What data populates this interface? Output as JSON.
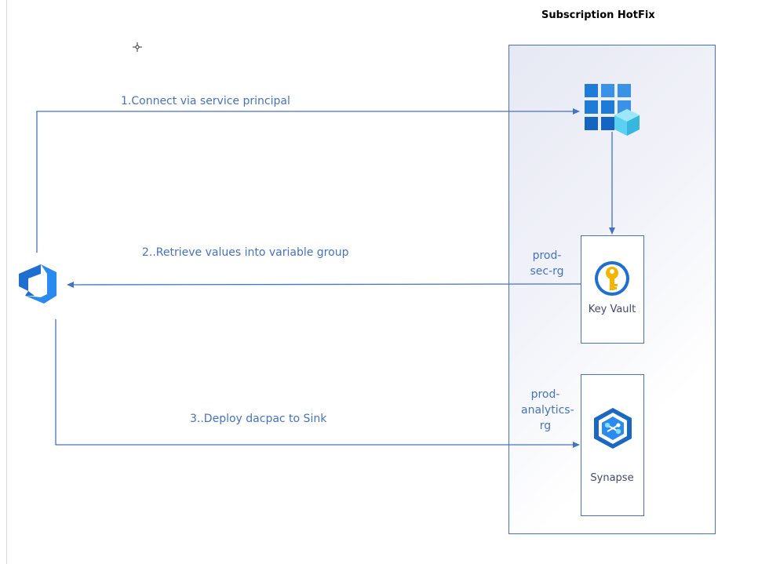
{
  "subscription": {
    "title": "Subscription HotFix"
  },
  "flows": {
    "connect": "1.Connect via service principal",
    "retrieve": "2..Retrieve values into variable group",
    "deploy": "3..Deploy dacpac to Sink"
  },
  "resources": {
    "keyvault": {
      "rg": "prod-\nsec-rg",
      "name": "Key Vault"
    },
    "synapse": {
      "rg": "prod-\nanalytics-\nrg",
      "name": "Synapse"
    }
  },
  "icons": {
    "devops": "azure-devops-icon",
    "subscription": "subscription-grid-icon",
    "keyvault": "key-vault-icon",
    "synapse": "synapse-icon",
    "cursor": "move-cursor-icon"
  },
  "colors": {
    "line": "#4472c4",
    "label": "#4472c4"
  }
}
